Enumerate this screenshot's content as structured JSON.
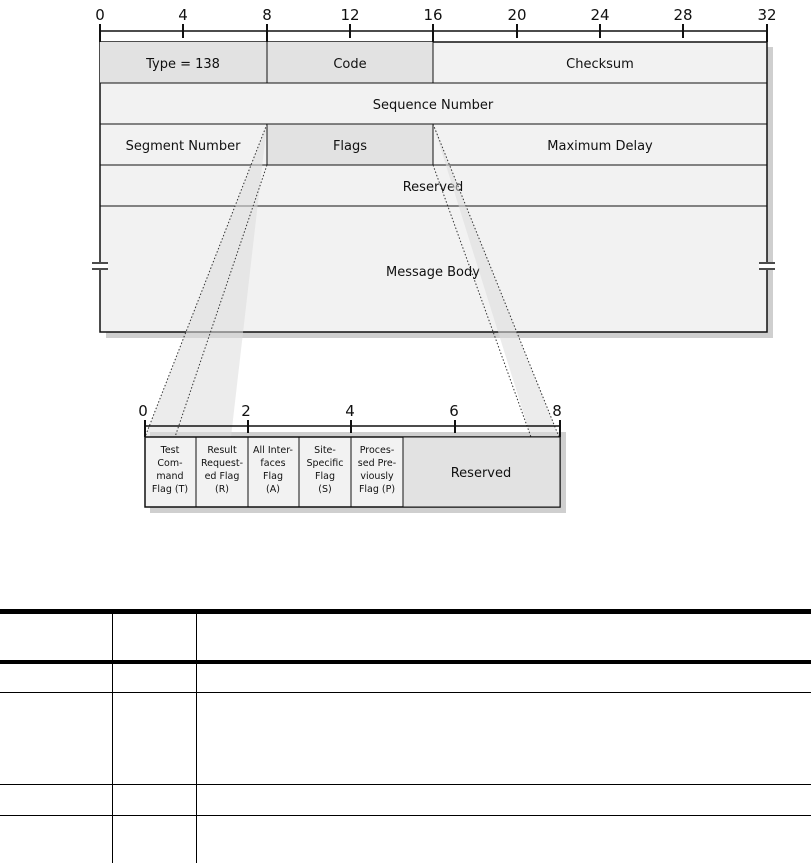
{
  "packet": {
    "ruler": [
      "0",
      "4",
      "8",
      "12",
      "16",
      "20",
      "24",
      "28",
      "32"
    ],
    "row1": {
      "type": "Type = 138",
      "code": "Code",
      "checksum": "Checksum"
    },
    "row2": {
      "sequence": "Sequence Number"
    },
    "row3": {
      "segment": "Segment Number",
      "flags": "Flags",
      "max_delay": "Maximum Delay"
    },
    "row4": {
      "reserved": "Reserved"
    },
    "row5": {
      "body": "Message Body"
    }
  },
  "flags_detail": {
    "ruler": [
      "0",
      "2",
      "4",
      "6",
      "8"
    ],
    "fields": [
      {
        "lines": [
          "Test",
          "Com-",
          "mand",
          "Flag (T)"
        ]
      },
      {
        "lines": [
          "Result",
          "Request-",
          "ed Flag",
          "(R)"
        ]
      },
      {
        "lines": [
          "All Inter-",
          "faces",
          "Flag",
          "(A)"
        ]
      },
      {
        "lines": [
          "Site-",
          "Specific",
          "Flag",
          "(S)"
        ]
      },
      {
        "lines": [
          "Proces-",
          "sed Pre-",
          "viously",
          "Flag (P)"
        ]
      }
    ],
    "reserved": "Reserved"
  },
  "colors": {
    "fill": "#f0f0f0",
    "header_fill": "#e2e2e2",
    "shadow": "#cfcfcf",
    "line": "#111111"
  }
}
